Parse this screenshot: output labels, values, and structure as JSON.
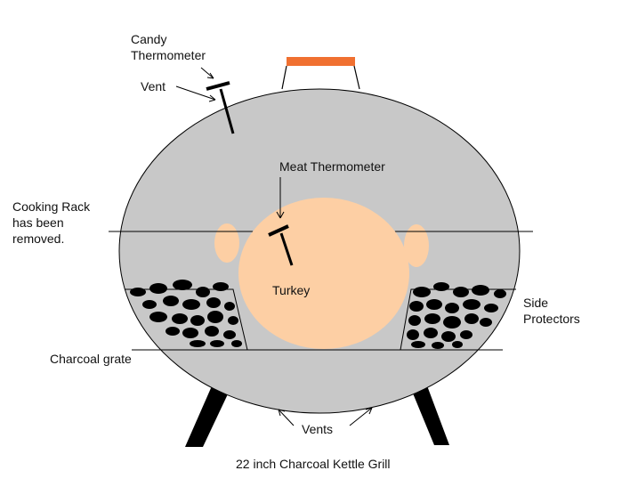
{
  "labels": {
    "candy_thermometer_line1": "Candy",
    "candy_thermometer_line2": "Thermometer",
    "vent_top": "Vent",
    "meat_thermometer": "Meat Thermometer",
    "cooking_rack_line1": "Cooking Rack",
    "cooking_rack_line2": "has been",
    "cooking_rack_line3": "removed.",
    "turkey": "Turkey",
    "side_protectors_line1": "Side",
    "side_protectors_line2": "Protectors",
    "charcoal_grate": "Charcoal grate",
    "vents_bottom": "Vents",
    "caption": "22 inch Charcoal Kettle Grill"
  },
  "colors": {
    "kettle": "#c8c8c8",
    "handle": "#f07030",
    "turkey": "#fdcfa4",
    "charcoal": "#000000",
    "legs": "#000000",
    "outline": "#000000"
  }
}
